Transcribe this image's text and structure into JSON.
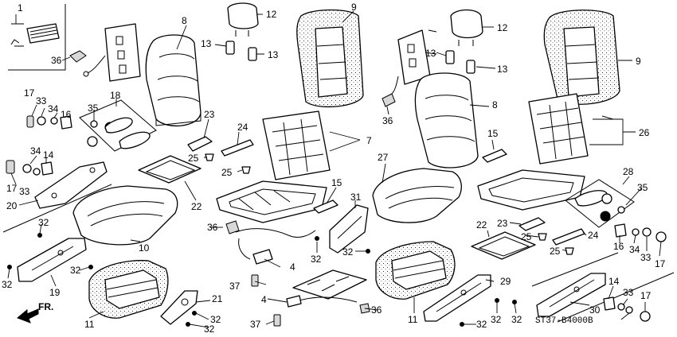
{
  "labels": {
    "p1": "1",
    "p4a": "4",
    "p4b": "4",
    "p7": "7",
    "p8a": "8",
    "p8b": "8",
    "p9a": "9",
    "p9b": "9",
    "p10": "10",
    "p11a": "11",
    "p11b": "11",
    "p12a": "12",
    "p12b": "12",
    "p13a": "13",
    "p13b": "13",
    "p13c": "13",
    "p13d": "13",
    "p14a": "14",
    "p14b": "14",
    "p15a": "15",
    "p15b": "15",
    "p16a": "16",
    "p16b": "16",
    "p17a": "17",
    "p17b": "17",
    "p17c": "17",
    "p17d": "17",
    "p18": "18",
    "p19": "19",
    "p20": "20",
    "p21": "21",
    "p22a": "22",
    "p22b": "22",
    "p23a": "23",
    "p23b": "23",
    "p24a": "24",
    "p24b": "24",
    "p25a": "25",
    "p25b": "25",
    "p25c": "25",
    "p25d": "25",
    "p26": "26",
    "p27": "27",
    "p28": "28",
    "p29": "29",
    "p30": "30",
    "p31": "31",
    "p32a": "32",
    "p32b": "32",
    "p32c": "32",
    "p32d": "32",
    "p32e": "32",
    "p32f": "32",
    "p32g": "32",
    "p32h": "32",
    "p32i": "32",
    "p32j": "32",
    "p33a": "33",
    "p33b": "33",
    "p33c": "33",
    "p33d": "33",
    "p34a": "34",
    "p34b": "34",
    "p34c": "34",
    "p35a": "35",
    "p35b": "35",
    "p36a": "36",
    "p36b": "36",
    "p36c": "36",
    "p36d": "36",
    "p37a": "37",
    "p37b": "37"
  },
  "direction_label": "FR.",
  "diagram_code": "ST37-B4000B"
}
